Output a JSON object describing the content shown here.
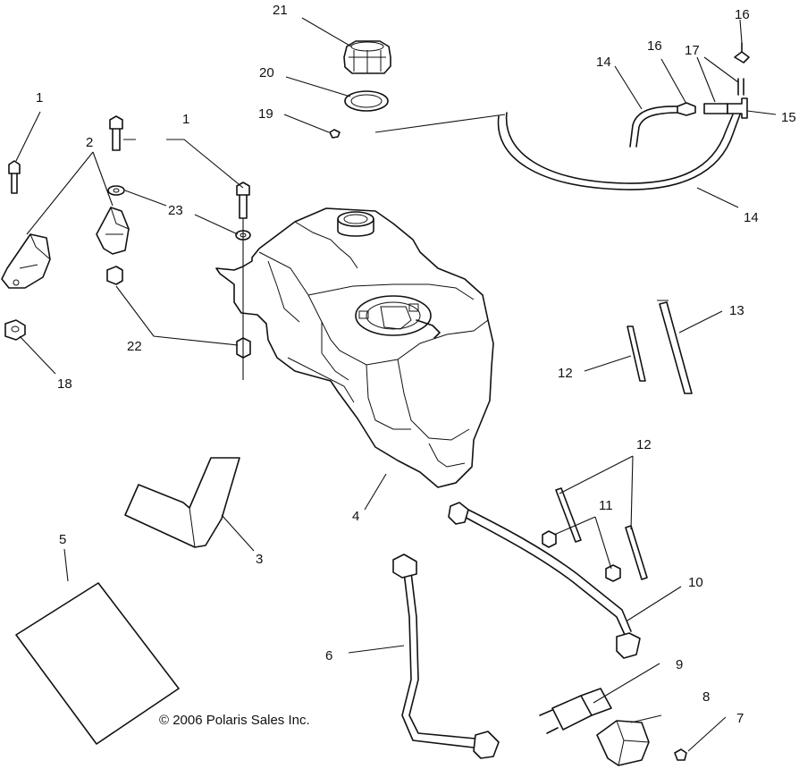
{
  "callouts": {
    "c1a": "1",
    "c1b": "1",
    "c2": "2",
    "c3": "3",
    "c4": "4",
    "c5": "5",
    "c6": "6",
    "c7": "7",
    "c8": "8",
    "c9": "9",
    "c10": "10",
    "c11": "11",
    "c12a": "12",
    "c12b": "12",
    "c13": "13",
    "c14a": "14",
    "c14b": "14",
    "c15": "15",
    "c16a": "16",
    "c16b": "16",
    "c17": "17",
    "c18": "18",
    "c19": "19",
    "c20": "20",
    "c21": "21",
    "c22": "22",
    "c23": "23"
  },
  "copyright": "© 2006 Polaris Sales Inc."
}
